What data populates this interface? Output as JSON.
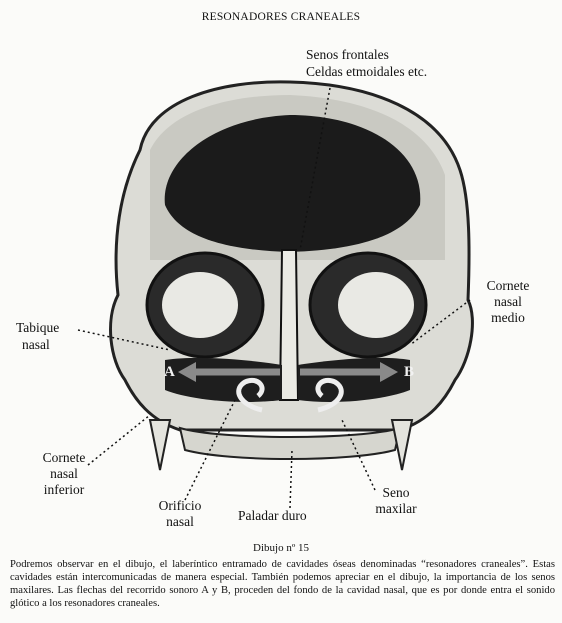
{
  "page": {
    "title": "RESONADORES CRANEALES",
    "caption": "Dibujo nº 15",
    "body_text": "Podremos observar en el dibujo, el laberíntico entramado de cavidades óseas denominadas “resonado­res craneales”. Estas cavidades están intercomunicadas de manera especial. También podemos apreciar en el dibujo, la importancia de los senos maxilares. Las flechas del recorrido sonoro A y B, proceden del fondo de la cavidad nasal, que es por donde entra el sonido glótico a los resonadores craneales."
  },
  "figure": {
    "labels": {
      "senos_frontales": "Senos frontales",
      "celdas_etmoidales": "Celdas etmoidales etc.",
      "cornete_medio_1": "Cornete",
      "cornete_medio_2": "nasal",
      "cornete_medio_3": "medio",
      "tabique_1": "Tabique",
      "tabique_2": "nasal",
      "cornete_inf_1": "Cornete",
      "cornete_inf_2": "nasal",
      "cornete_inf_3": "inferior",
      "orificio_1": "Orificio",
      "orificio_2": "nasal",
      "paladar": "Paladar duro",
      "seno_1": "Seno",
      "seno_2": "maxilar",
      "marker_a": "A",
      "marker_b": "B"
    }
  }
}
